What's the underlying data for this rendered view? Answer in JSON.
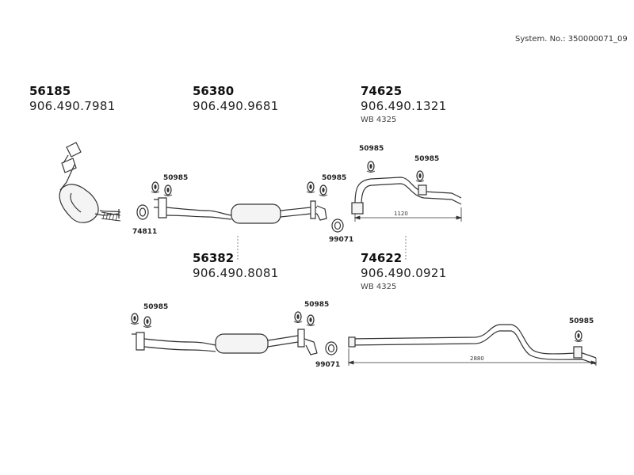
{
  "system_no": "System. No.: 350000071_09",
  "parts": [
    {
      "num": "56185",
      "ref": "906.490.7981",
      "wb": ""
    },
    {
      "num": "56380",
      "ref": "906.490.9681",
      "wb": ""
    },
    {
      "num": "74625",
      "ref": "906.490.1321",
      "wb": "WB 4325"
    },
    {
      "num": "56382",
      "ref": "906.490.8081",
      "wb": ""
    },
    {
      "num": "74622",
      "ref": "906.490.0921",
      "wb": "WB 4325"
    }
  ],
  "labels": {
    "hanger_a": "50985",
    "hanger_b": "50985",
    "hanger_c": "50985",
    "hanger_d": "50985",
    "hanger_e": "50985",
    "hanger_f": "50985",
    "hanger_g": "50985",
    "clamp_a": "74811",
    "clamp_b": "99071",
    "clamp_c": "99071"
  },
  "dimensions": {
    "tail_top": "1120",
    "tail_bottom": "2880"
  }
}
